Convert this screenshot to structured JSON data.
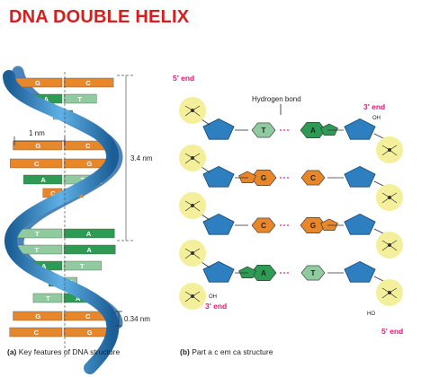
{
  "title": "DNA DOUBLE HELIX",
  "panel_a": {
    "caption_letter": "(a)",
    "caption_text": "Key features of DNA structure",
    "width_label": "1 nm",
    "turn_label": "3.4 nm",
    "step_label": "0.34 nm",
    "pairs": [
      {
        "l": "G",
        "r": "C"
      },
      {
        "l": "A",
        "r": "T"
      },
      {
        "l": "T",
        "r": "A"
      },
      {
        "l": "G",
        "r": "C"
      },
      {
        "l": "C",
        "r": "G"
      },
      {
        "l": "A",
        "r": "T"
      },
      {
        "l": "C",
        "r": "G"
      },
      {
        "l": "T",
        "r": "A"
      },
      {
        "l": "T",
        "r": "A"
      },
      {
        "l": "A",
        "r": "T"
      },
      {
        "l": "A",
        "r": "T"
      },
      {
        "l": "T",
        "r": "A"
      },
      {
        "l": "G",
        "r": "C"
      },
      {
        "l": "C",
        "r": "G"
      }
    ]
  },
  "panel_b": {
    "caption_letter": "(b)",
    "caption_text": "Part a c em ca structure",
    "hbond_label": "Hydrogen bond",
    "five_end_top": "5' end",
    "three_end_top": "3' end",
    "three_end_bottom": "3' end",
    "five_end_bottom": "5' end",
    "oh_top": "OH",
    "oh_bottom": "OH",
    "ho_bottom": "HO",
    "rows": [
      {
        "l": "T",
        "r": "A"
      },
      {
        "l": "G",
        "r": "C"
      },
      {
        "l": "C",
        "r": "G"
      },
      {
        "l": "A",
        "r": "T"
      }
    ]
  },
  "colors": {
    "title": "#d61e1e",
    "end_label": "#e0197d",
    "G": "#e8862a",
    "C": "#e8862a",
    "A": "#2e9b54",
    "T": "#8fcb9e",
    "backbone": "#2d7fc0",
    "phosphate": "#f4ef9a"
  }
}
